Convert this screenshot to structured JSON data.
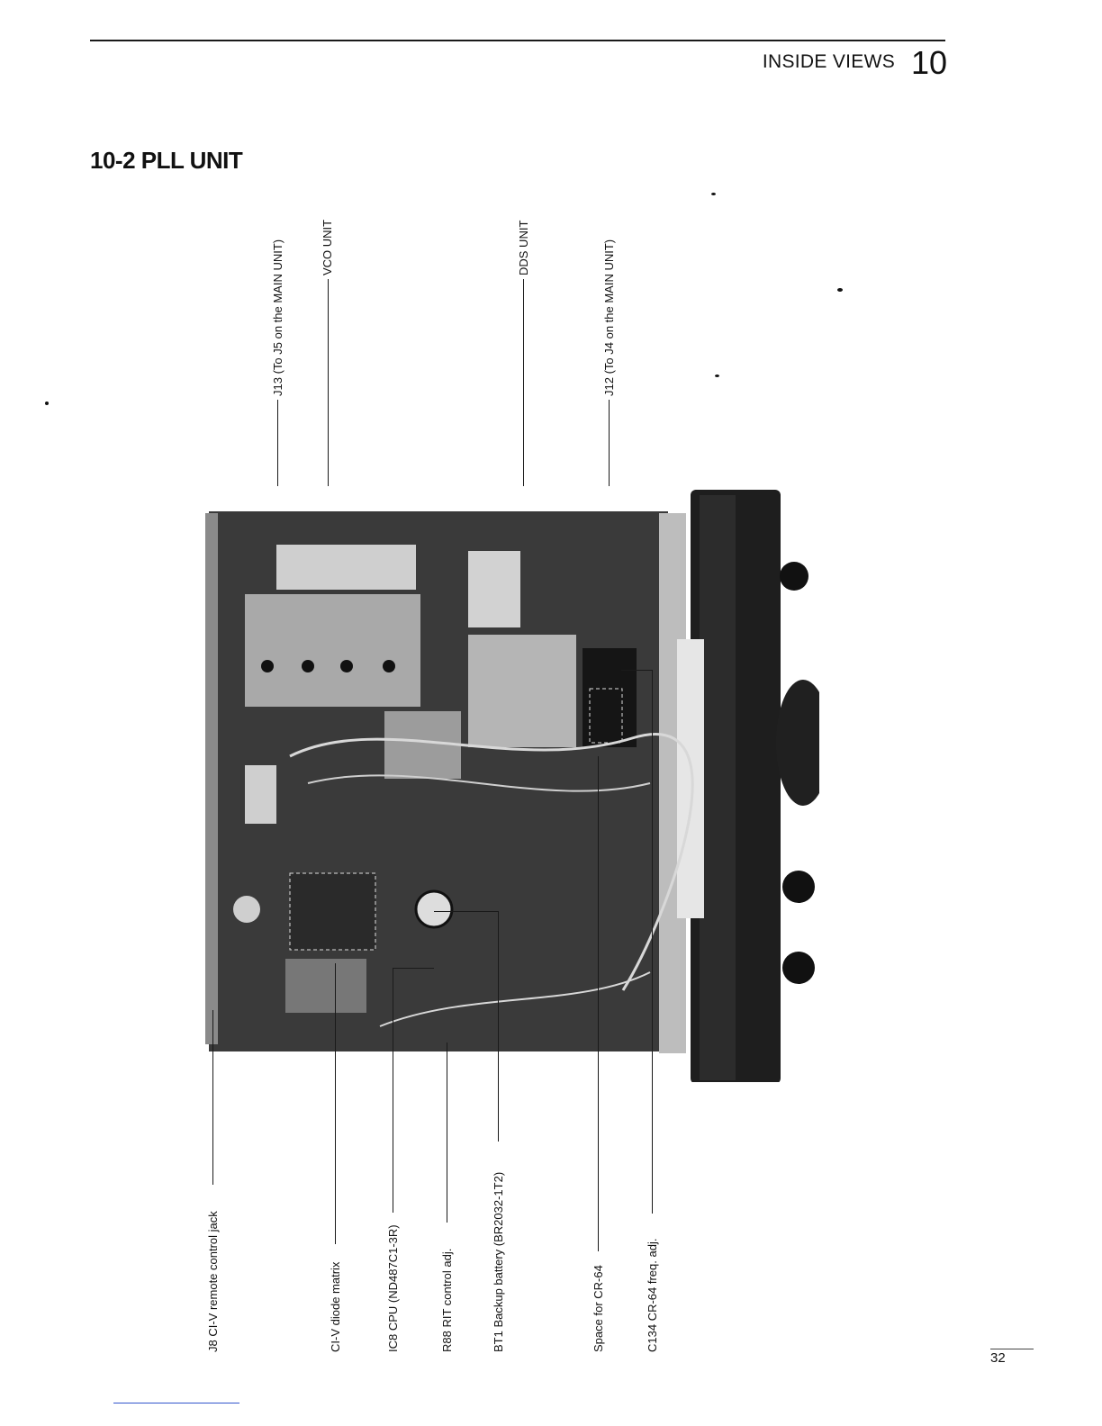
{
  "header": {
    "title": "INSIDE VIEWS",
    "chapter_number": "10"
  },
  "section": {
    "title": "10-2 PLL UNIT"
  },
  "labels_top": [
    {
      "id": "j13",
      "text": "J13 (To J5 on the MAIN UNIT)"
    },
    {
      "id": "vco",
      "text": "VCO UNIT"
    },
    {
      "id": "dds",
      "text": "DDS UNIT"
    },
    {
      "id": "j12",
      "text": "J12 (To J4 on the MAIN UNIT)"
    }
  ],
  "labels_bottom": [
    {
      "id": "j8",
      "text": "J8 CI-V remote control jack"
    },
    {
      "id": "civ",
      "text": "CI-V diode matrix"
    },
    {
      "id": "ic8",
      "text": "IC8 CPU (ND487C1-3R)"
    },
    {
      "id": "r88",
      "text": "R88 RIT control adj."
    },
    {
      "id": "bt1",
      "text": "BT1 Backup battery (BR2032-1T2)"
    },
    {
      "id": "cr64",
      "text": "Space for CR-64"
    },
    {
      "id": "c134",
      "text": "C134 CR-64 freq. adj."
    }
  ],
  "photo": {
    "description_icon": "pll-unit-photo"
  },
  "footer": {
    "page_number": "32"
  }
}
